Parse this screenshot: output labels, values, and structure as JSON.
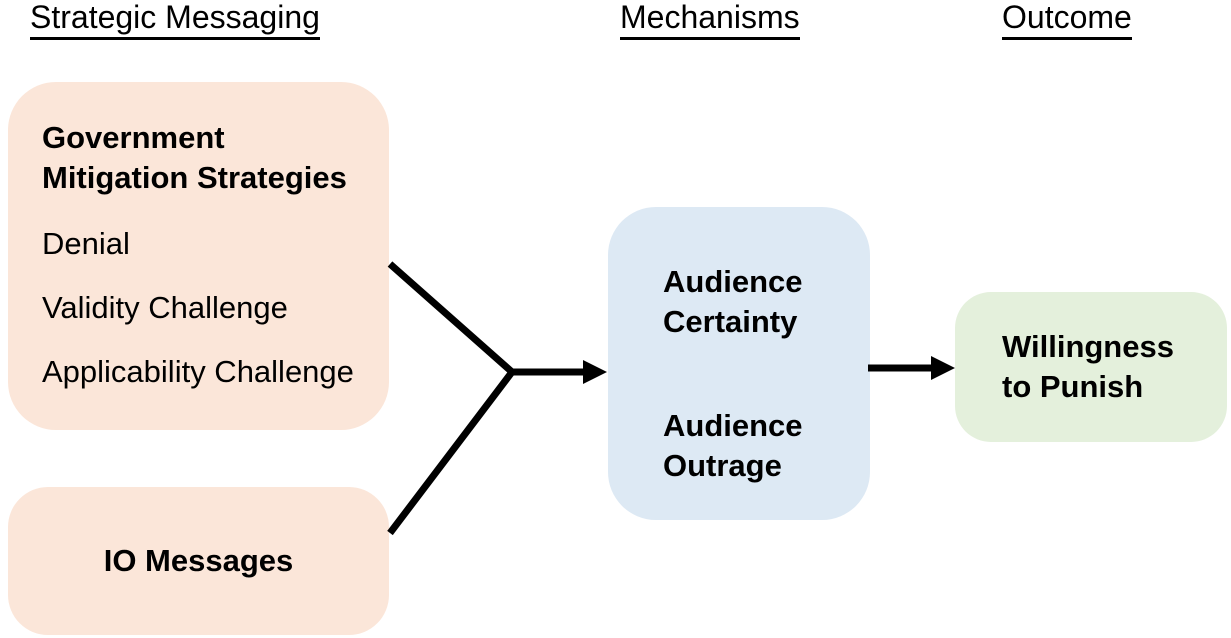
{
  "headers": {
    "strategic": "Strategic Messaging",
    "mechanisms": "Mechanisms",
    "outcome": "Outcome"
  },
  "boxes": {
    "government": {
      "title": {
        "line1": "Government",
        "line2": "Mitigation Strategies"
      },
      "items": [
        "Denial",
        "Validity Challenge",
        "Applicability Challenge"
      ]
    },
    "io": {
      "label": "IO Messages"
    },
    "mechanisms": {
      "certainty": {
        "line1": "Audience",
        "line2": "Certainty"
      },
      "outrage": {
        "line1": "Audience",
        "line2": "Outrage"
      }
    },
    "outcome": {
      "line1": "Willingness",
      "line2": "to Punish"
    }
  },
  "colors": {
    "strategic_box_fill": "#FBE6D9",
    "mechanism_box_fill": "#DDE9F4",
    "outcome_box_fill": "#E4F0DC",
    "arrow_color": "#000000",
    "text_color": "#000000",
    "background": "#FFFFFF"
  }
}
